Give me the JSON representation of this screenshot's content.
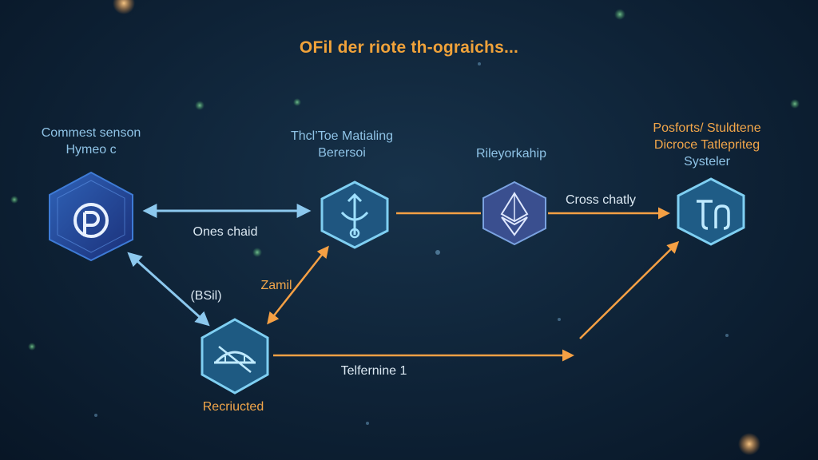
{
  "title": "OFil der riote th-ograichs...",
  "nodes": {
    "left": {
      "label_line1": "Commest senson",
      "label_line2": "Hymeo c"
    },
    "top_middle": {
      "label_line1": "Thcl’Toe Matialing",
      "label_line2": "Berersoi"
    },
    "middle": {
      "label_line1": "Rileyorkahip"
    },
    "right": {
      "label_line1": "Posforts/ Stuldtene",
      "label_line2": "Dicroce Tatlepriteg",
      "label_line3": "Systeler"
    },
    "bottom": {
      "label_line1": "Recriucted"
    }
  },
  "edges": {
    "left_to_top": "Ones chaid",
    "left_to_bottom": "(BSil)",
    "bottom_to_top": "Zamil",
    "middle_to_right": "Cross chatly",
    "bottom_to_right": "Telfernine 1"
  },
  "colors": {
    "arrow_blue": "#8cc8ee",
    "arrow_orange": "#f5a044",
    "hex_border": "#7fcff2",
    "title": "#f0a23a"
  }
}
